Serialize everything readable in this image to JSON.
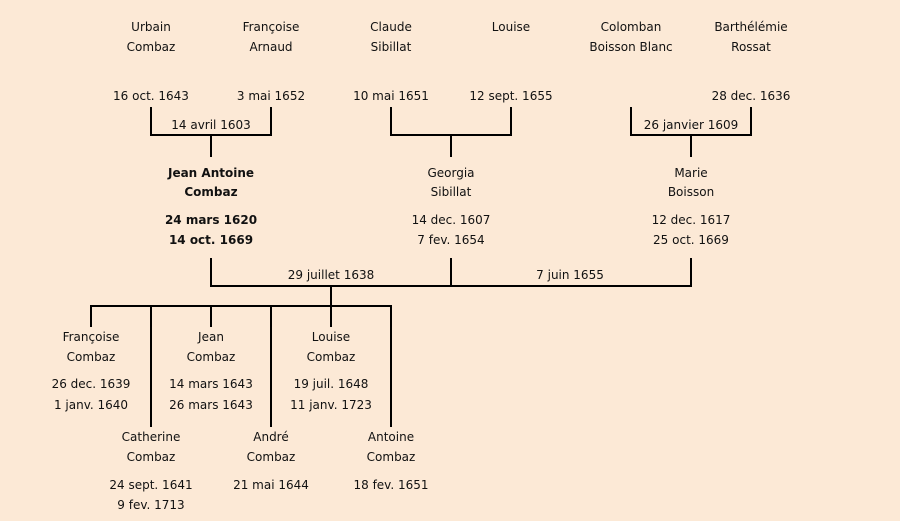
{
  "grandparents": [
    {
      "first": "Urbain",
      "last": "Combaz",
      "date": "16 oct. 1643"
    },
    {
      "first": "Françoise",
      "last": "Arnaud",
      "date": "3 mai 1652"
    },
    {
      "first": "Claude",
      "last": "Sibillat",
      "date": "10 mai 1651"
    },
    {
      "first": "Louise",
      "last": "",
      "date": "12 sept. 1655"
    },
    {
      "first": "Colomban",
      "last": "Boisson Blanc",
      "date": ""
    },
    {
      "first": "Barthélémie",
      "last": "Rossat",
      "date": "28 dec. 1636"
    }
  ],
  "grandparent_marriages": [
    "14 avril 1603",
    "",
    "26 janvier 1609"
  ],
  "parents": [
    {
      "first": "Jean Antoine",
      "last": "Combaz",
      "birth": "24 mars 1620",
      "death": "14 oct. 1669"
    },
    {
      "first": "Georgia",
      "last": "Sibillat",
      "birth": "14 dec. 1607",
      "death": "7 fev. 1654"
    },
    {
      "first": "Marie",
      "last": "Boisson",
      "birth": "12 dec. 1617",
      "death": "25 oct. 1669"
    }
  ],
  "marriages": [
    "29 juillet 1638",
    "7 juin 1655"
  ],
  "children": [
    {
      "first": "Françoise",
      "last": "Combaz",
      "birth": "26 dec. 1639",
      "death": "1 janv. 1640"
    },
    {
      "first": "Catherine",
      "last": "Combaz",
      "birth": "24 sept. 1641",
      "death": "9 fev. 1713"
    },
    {
      "first": "Jean",
      "last": "Combaz",
      "birth": "14 mars 1643",
      "death": "26 mars 1643"
    },
    {
      "first": "André",
      "last": "Combaz",
      "birth": "21 mai 1644",
      "death": ""
    },
    {
      "first": "Louise",
      "last": "Combaz",
      "birth": "19 juil. 1648",
      "death": "11 janv. 1723"
    },
    {
      "first": "Antoine",
      "last": "Combaz",
      "birth": "18 fev. 1651",
      "death": ""
    }
  ]
}
